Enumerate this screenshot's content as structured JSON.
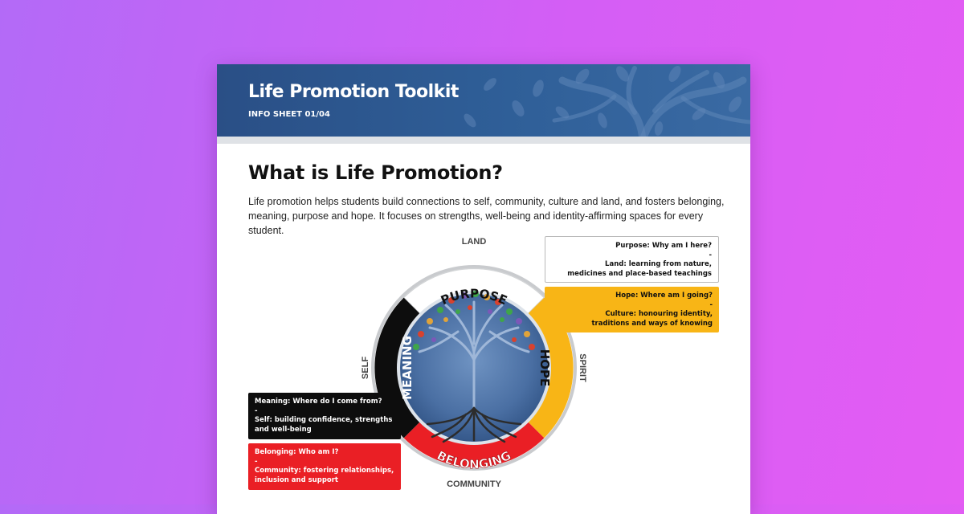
{
  "banner": {
    "title": "Life Promotion Toolkit",
    "subtitle": "INFO SHEET 01/04"
  },
  "heading": "What is Life Promotion?",
  "intro": "Life promotion helps students build connections to self, community, culture and land, and fosters belonging, meaning, purpose and hope. It focuses on strengths, well-being and identity-affirming spaces for every student.",
  "wheel": {
    "outer_labels": {
      "top": "LAND",
      "right": "SPIRIT",
      "bottom": "COMMUNITY",
      "left": "SELF"
    },
    "segments": {
      "purpose": {
        "label": "PURPOSE",
        "color": "#ffffff"
      },
      "hope": {
        "label": "HOPE",
        "color": "#f8b516"
      },
      "belonging": {
        "label": "BELONGING",
        "color": "#ea1f25"
      },
      "meaning": {
        "label": "MEANING",
        "color": "#0d0d0d"
      }
    }
  },
  "callouts": {
    "purpose": {
      "question": "Purpose: Why am I here?",
      "dash": "-",
      "line1": "Land: learning from nature,",
      "line2": "medicines and place-based teachings"
    },
    "hope": {
      "question": "Hope: Where am I going?",
      "dash": "-",
      "line1": "Culture: honouring identity,",
      "line2": "traditions and ways of knowing"
    },
    "meaning": {
      "question": "Meaning: Where do I come from?",
      "dash": "-",
      "line1": "Self: building confidence, strengths",
      "line2": "and well-being"
    },
    "belonging": {
      "question": "Belonging: Who am I?",
      "dash": "-",
      "line1": "Community: fostering relationships,",
      "line2": "inclusion and support"
    }
  },
  "colors": {
    "background": "#c864f6",
    "banner": "#2f5f98",
    "accent_yellow": "#f8b516",
    "accent_red": "#ea1f25",
    "accent_black": "#0d0d0d"
  }
}
